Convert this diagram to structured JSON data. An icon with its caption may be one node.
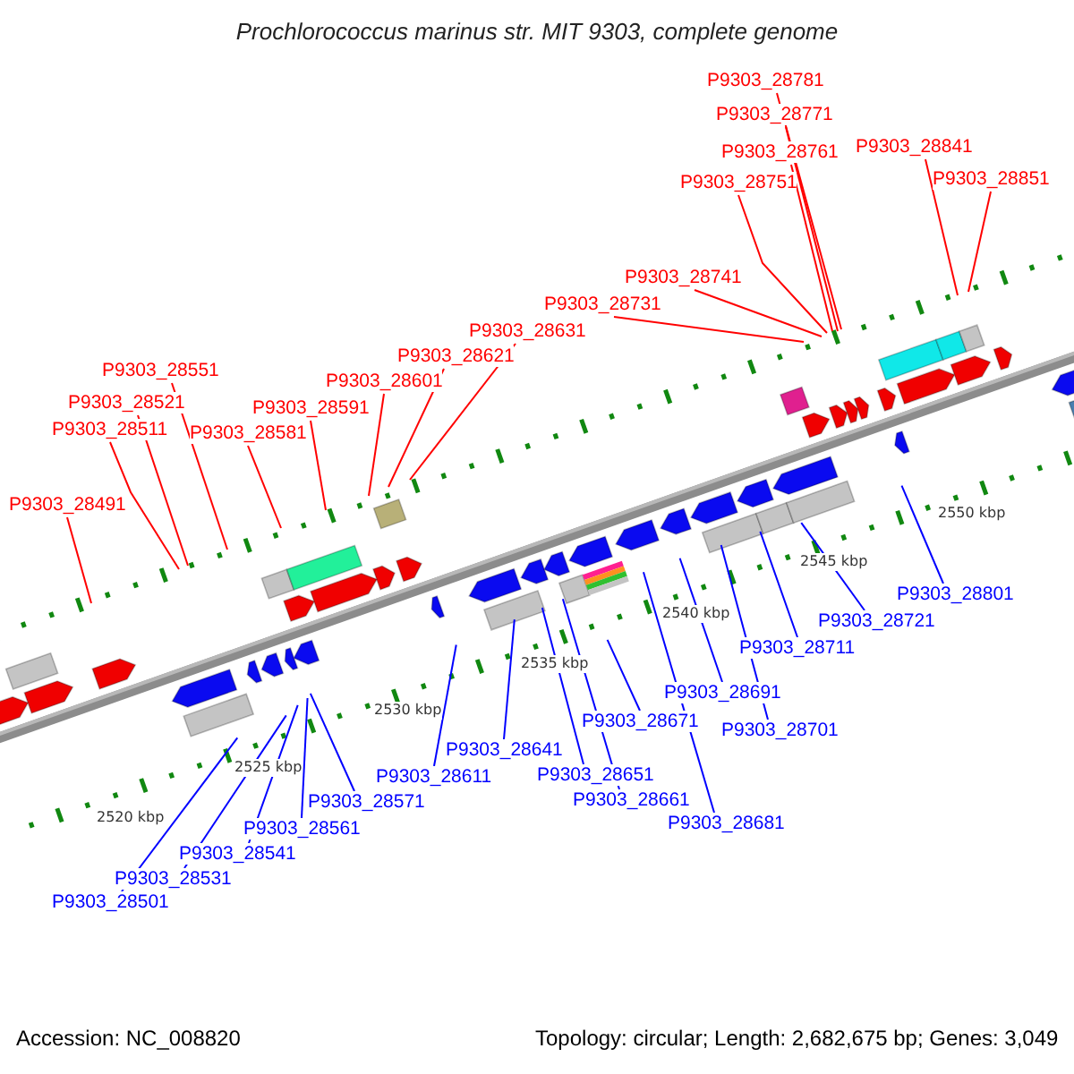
{
  "diagram": {
    "title": "Prochlorococcus marinus str. MIT 9303, complete genome",
    "nodes": [
      {
        "text": [
          "P9303_28491"
        ]
      },
      {
        "text": [
          "P9303_28511"
        ]
      },
      {
        "text": [
          "P9303_28521"
        ]
      },
      {
        "text": [
          "P9303_28551"
        ]
      },
      {
        "text": [
          "P9303_28581"
        ]
      },
      {
        "text": [
          "P9303_28591"
        ]
      },
      {
        "text": [
          "P9303_28601"
        ]
      },
      {
        "text": [
          "P9303_28621"
        ]
      },
      {
        "text": [
          "P9303_28631"
        ]
      },
      {
        "text": [
          "P9303_28731"
        ]
      },
      {
        "text": [
          "P9303_28741"
        ]
      },
      {
        "text": [
          "P9303_28751"
        ]
      },
      {
        "text": [
          "P9303_28761"
        ]
      },
      {
        "text": [
          "P9303_28771"
        ]
      },
      {
        "text": [
          "P9303_28781"
        ]
      },
      {
        "text": [
          "P9303_28841"
        ]
      },
      {
        "text": [
          "P9303_28851"
        ]
      },
      {
        "text": [
          "P9303_28501"
        ]
      },
      {
        "text": [
          "P9303_28531"
        ]
      },
      {
        "text": [
          "P9303_28541"
        ]
      },
      {
        "text": [
          "P9303_28561"
        ]
      },
      {
        "text": [
          "P9303_28571"
        ]
      },
      {
        "text": [
          "P9303_28611"
        ]
      },
      {
        "text": [
          "P9303_28641"
        ]
      },
      {
        "text": [
          "P9303_28651"
        ]
      },
      {
        "text": [
          "P9303_28661"
        ]
      },
      {
        "text": [
          "P9303_28671"
        ]
      },
      {
        "text": [
          "P9303_28681"
        ]
      },
      {
        "text": [
          "P9303_28691"
        ]
      },
      {
        "text": [
          "P9303_28701"
        ]
      },
      {
        "text": [
          "P9303_28711"
        ]
      },
      {
        "text": [
          "P9303_28721"
        ]
      },
      {
        "text": [
          "P9303_28801"
        ]
      }
    ],
    "edges": [
      {
        "from": 0,
        "to": null,
        "arrow": "none",
        "color": "#ff0000"
      },
      {
        "from": 1,
        "to": null,
        "arrow": "none",
        "color": "#ff0000"
      },
      {
        "from": 2,
        "to": null,
        "arrow": "none",
        "color": "#ff0000"
      },
      {
        "from": 3,
        "to": null,
        "arrow": "none",
        "color": "#ff0000"
      },
      {
        "from": 4,
        "to": null,
        "arrow": "none",
        "color": "#ff0000"
      },
      {
        "from": 5,
        "to": null,
        "arrow": "none",
        "color": "#ff0000"
      },
      {
        "from": 6,
        "to": null,
        "arrow": "none",
        "color": "#ff0000"
      },
      {
        "from": 7,
        "to": null,
        "arrow": "none",
        "color": "#ff0000"
      },
      {
        "from": 8,
        "to": null,
        "arrow": "none",
        "color": "#ff0000"
      },
      {
        "from": 9,
        "to": null,
        "arrow": "none",
        "color": "#ff0000"
      },
      {
        "from": 10,
        "to": null,
        "arrow": "none",
        "color": "#ff0000"
      },
      {
        "from": 11,
        "to": null,
        "arrow": "none",
        "color": "#ff0000"
      },
      {
        "from": 12,
        "to": null,
        "arrow": "none",
        "color": "#ff0000"
      },
      {
        "from": 13,
        "to": null,
        "arrow": "none",
        "color": "#ff0000"
      },
      {
        "from": 14,
        "to": null,
        "arrow": "none",
        "color": "#ff0000"
      },
      {
        "from": 15,
        "to": null,
        "arrow": "none",
        "color": "#ff0000"
      },
      {
        "from": 16,
        "to": null,
        "arrow": "none",
        "color": "#ff0000"
      },
      {
        "from": 17,
        "to": null,
        "arrow": "none",
        "color": "#0000ff"
      },
      {
        "from": 18,
        "to": null,
        "arrow": "none",
        "color": "#0000ff"
      },
      {
        "from": 19,
        "to": null,
        "arrow": "none",
        "color": "#0000ff"
      },
      {
        "from": 20,
        "to": null,
        "arrow": "none",
        "color": "#0000ff"
      },
      {
        "from": 21,
        "to": null,
        "arrow": "none",
        "color": "#0000ff"
      },
      {
        "from": 22,
        "to": null,
        "arrow": "none",
        "color": "#0000ff"
      },
      {
        "from": 23,
        "to": null,
        "arrow": "none",
        "color": "#0000ff"
      },
      {
        "from": 24,
        "to": null,
        "arrow": "none",
        "color": "#0000ff"
      },
      {
        "from": 25,
        "to": null,
        "arrow": "none",
        "color": "#0000ff"
      },
      {
        "from": 26,
        "to": null,
        "arrow": "none",
        "color": "#0000ff"
      },
      {
        "from": 27,
        "to": null,
        "arrow": "none",
        "color": "#0000ff"
      },
      {
        "from": 28,
        "to": null,
        "arrow": "none",
        "color": "#0000ff"
      },
      {
        "from": 29,
        "to": null,
        "arrow": "none",
        "color": "#0000ff"
      },
      {
        "from": 30,
        "to": null,
        "arrow": "none",
        "color": "#0000ff"
      },
      {
        "from": 31,
        "to": null,
        "arrow": "none",
        "color": "#0000ff"
      },
      {
        "from": 32,
        "to": null,
        "arrow": "none",
        "color": "#0000ff"
      }
    ],
    "labels": [
      "2520 kbp",
      "2525 kbp",
      "2530 kbp",
      "2535 kbp",
      "2540 kbp",
      "2545 kbp",
      "2550 kbp",
      "Accession: NC_008820",
      "Topology: circular; Length: 2,682,675 bp; Genes: 3,049"
    ]
  }
}
